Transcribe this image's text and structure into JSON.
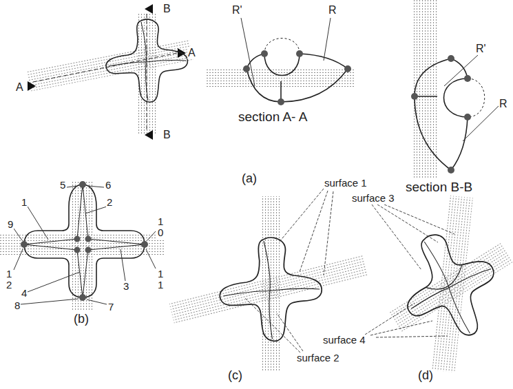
{
  "diagram": {
    "labels": [
      "B",
      "A",
      "A",
      "B",
      "R'",
      "R",
      "section A- A",
      "R'",
      "R",
      "(a)",
      "section B-B",
      "5",
      "6",
      "1",
      "2",
      "9",
      "1",
      "0",
      "1",
      "2",
      "4",
      "8",
      "3",
      "7",
      "1",
      "1",
      "(b)",
      "surface 1",
      "surface 2",
      "(c)",
      "surface 3",
      "surface 4",
      "(d)"
    ]
  }
}
